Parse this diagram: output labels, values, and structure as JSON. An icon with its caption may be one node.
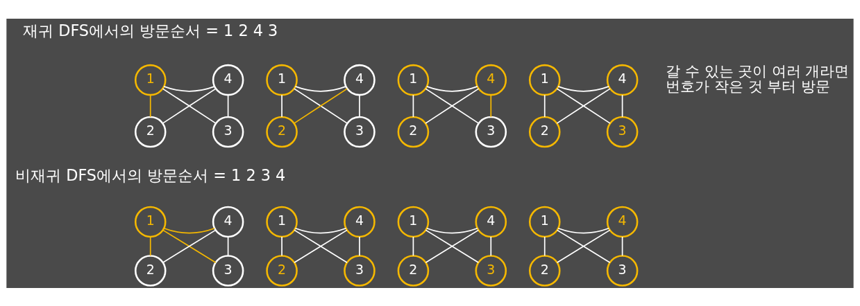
{
  "diagram": {
    "nodes": [
      {
        "text": [
          "1"
        ]
      },
      {
        "text": [
          "4"
        ]
      },
      {
        "text": [
          "2"
        ]
      },
      {
        "text": [
          "3"
        ]
      },
      {
        "text": [
          "1"
        ]
      },
      {
        "text": [
          "4"
        ]
      },
      {
        "text": [
          "2"
        ]
      },
      {
        "text": [
          "3"
        ]
      },
      {
        "text": [
          "1"
        ]
      },
      {
        "text": [
          "4"
        ]
      },
      {
        "text": [
          "2"
        ]
      },
      {
        "text": [
          "3"
        ]
      },
      {
        "text": [
          "1"
        ]
      },
      {
        "text": [
          "4"
        ]
      },
      {
        "text": [
          "2"
        ]
      },
      {
        "text": [
          "3"
        ]
      },
      {
        "text": [
          "1"
        ]
      },
      {
        "text": [
          "4"
        ]
      },
      {
        "text": [
          "2"
        ]
      },
      {
        "text": [
          "3"
        ]
      },
      {
        "text": [
          "1"
        ]
      },
      {
        "text": [
          "4"
        ]
      },
      {
        "text": [
          "2"
        ]
      },
      {
        "text": [
          "3"
        ]
      },
      {
        "text": [
          "1"
        ]
      },
      {
        "text": [
          "4"
        ]
      },
      {
        "text": [
          "2"
        ]
      },
      {
        "text": [
          "3"
        ]
      },
      {
        "text": [
          "1"
        ]
      },
      {
        "text": [
          "4"
        ]
      },
      {
        "text": [
          "2"
        ]
      },
      {
        "text": [
          "3"
        ]
      }
    ],
    "edges": [
      {
        "from": 0,
        "to": 1,
        "arrow": "none"
      },
      {
        "from": 0,
        "to": 2,
        "arrow": "none",
        "color": "#f5b800"
      },
      {
        "from": 0,
        "to": 3,
        "arrow": "none"
      },
      {
        "from": 1,
        "to": 2,
        "arrow": "none"
      },
      {
        "from": 1,
        "to": 3,
        "arrow": "none"
      },
      {
        "from": 4,
        "to": 5,
        "arrow": "none"
      },
      {
        "from": 4,
        "to": 6,
        "arrow": "none"
      },
      {
        "from": 4,
        "to": 7,
        "arrow": "none"
      },
      {
        "from": 5,
        "to": 6,
        "arrow": "none",
        "color": "#f5b800"
      },
      {
        "from": 5,
        "to": 7,
        "arrow": "none"
      },
      {
        "from": 8,
        "to": 9,
        "arrow": "none"
      },
      {
        "from": 8,
        "to": 10,
        "arrow": "none"
      },
      {
        "from": 8,
        "to": 11,
        "arrow": "none"
      },
      {
        "from": 9,
        "to": 10,
        "arrow": "none"
      },
      {
        "from": 9,
        "to": 11,
        "arrow": "none",
        "color": "#f5b800"
      },
      {
        "from": 12,
        "to": 13,
        "arrow": "none"
      },
      {
        "from": 12,
        "to": 14,
        "arrow": "none"
      },
      {
        "from": 12,
        "to": 15,
        "arrow": "none"
      },
      {
        "from": 13,
        "to": 14,
        "arrow": "none"
      },
      {
        "from": 13,
        "to": 15,
        "arrow": "none"
      },
      {
        "from": 16,
        "to": 17,
        "arrow": "none",
        "color": "#f5b800"
      },
      {
        "from": 16,
        "to": 18,
        "arrow": "none",
        "color": "#f5b800"
      },
      {
        "from": 16,
        "to": 19,
        "arrow": "none",
        "color": "#f5b800"
      },
      {
        "from": 17,
        "to": 18,
        "arrow": "none"
      },
      {
        "from": 17,
        "to": 19,
        "arrow": "none"
      },
      {
        "from": 20,
        "to": 21,
        "arrow": "none"
      },
      {
        "from": 20,
        "to": 22,
        "arrow": "none"
      },
      {
        "from": 20,
        "to": 23,
        "arrow": "none"
      },
      {
        "from": 21,
        "to": 22,
        "arrow": "none"
      },
      {
        "from": 21,
        "to": 23,
        "arrow": "none"
      },
      {
        "from": 24,
        "to": 25,
        "arrow": "none"
      },
      {
        "from": 24,
        "to": 26,
        "arrow": "none"
      },
      {
        "from": 24,
        "to": 27,
        "arrow": "none"
      },
      {
        "from": 25,
        "to": 26,
        "arrow": "none"
      },
      {
        "from": 25,
        "to": 27,
        "arrow": "none"
      },
      {
        "from": 28,
        "to": 29,
        "arrow": "none"
      },
      {
        "from": 28,
        "to": 30,
        "arrow": "none"
      },
      {
        "from": 28,
        "to": 31,
        "arrow": "none"
      },
      {
        "from": 29,
        "to": 30,
        "arrow": "none"
      },
      {
        "from": 29,
        "to": 31,
        "arrow": "none"
      }
    ],
    "labels": [
      "재귀 DFS에서의 방문순서 = 1 2 4 3",
      "갈 수 있는 곳이 여러 개라면 번호가 작은 것 부터 방문",
      "비재귀 DFS에서의 방문순서 = 1 2 3 4"
    ]
  }
}
